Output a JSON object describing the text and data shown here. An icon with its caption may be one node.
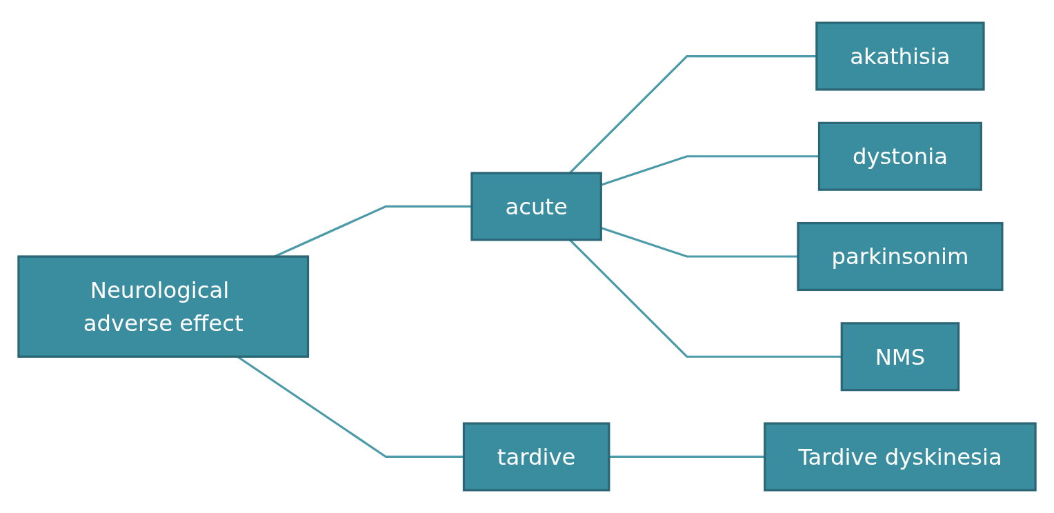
{
  "diagram": {
    "nodes": [
      {
        "text": [
          "Neurological adverse effect"
        ]
      },
      {
        "text": [
          "acute"
        ]
      },
      {
        "text": [
          "tardive"
        ]
      },
      {
        "text": [
          "akathisia"
        ]
      },
      {
        "text": [
          "dystonia"
        ]
      },
      {
        "text": [
          "parkinsonim"
        ]
      },
      {
        "text": [
          "NMS"
        ]
      },
      {
        "text": [
          "Tardive dyskinesia"
        ]
      }
    ],
    "edges": [
      {
        "from": 0,
        "to": 1,
        "arrow": "none"
      },
      {
        "from": 0,
        "to": 2,
        "arrow": "none"
      },
      {
        "from": 1,
        "to": 3,
        "arrow": "none"
      },
      {
        "from": 1,
        "to": 4,
        "arrow": "none"
      },
      {
        "from": 1,
        "to": 5,
        "arrow": "none"
      },
      {
        "from": 1,
        "to": 6,
        "arrow": "none"
      },
      {
        "from": 2,
        "to": 7,
        "arrow": "none"
      }
    ]
  }
}
